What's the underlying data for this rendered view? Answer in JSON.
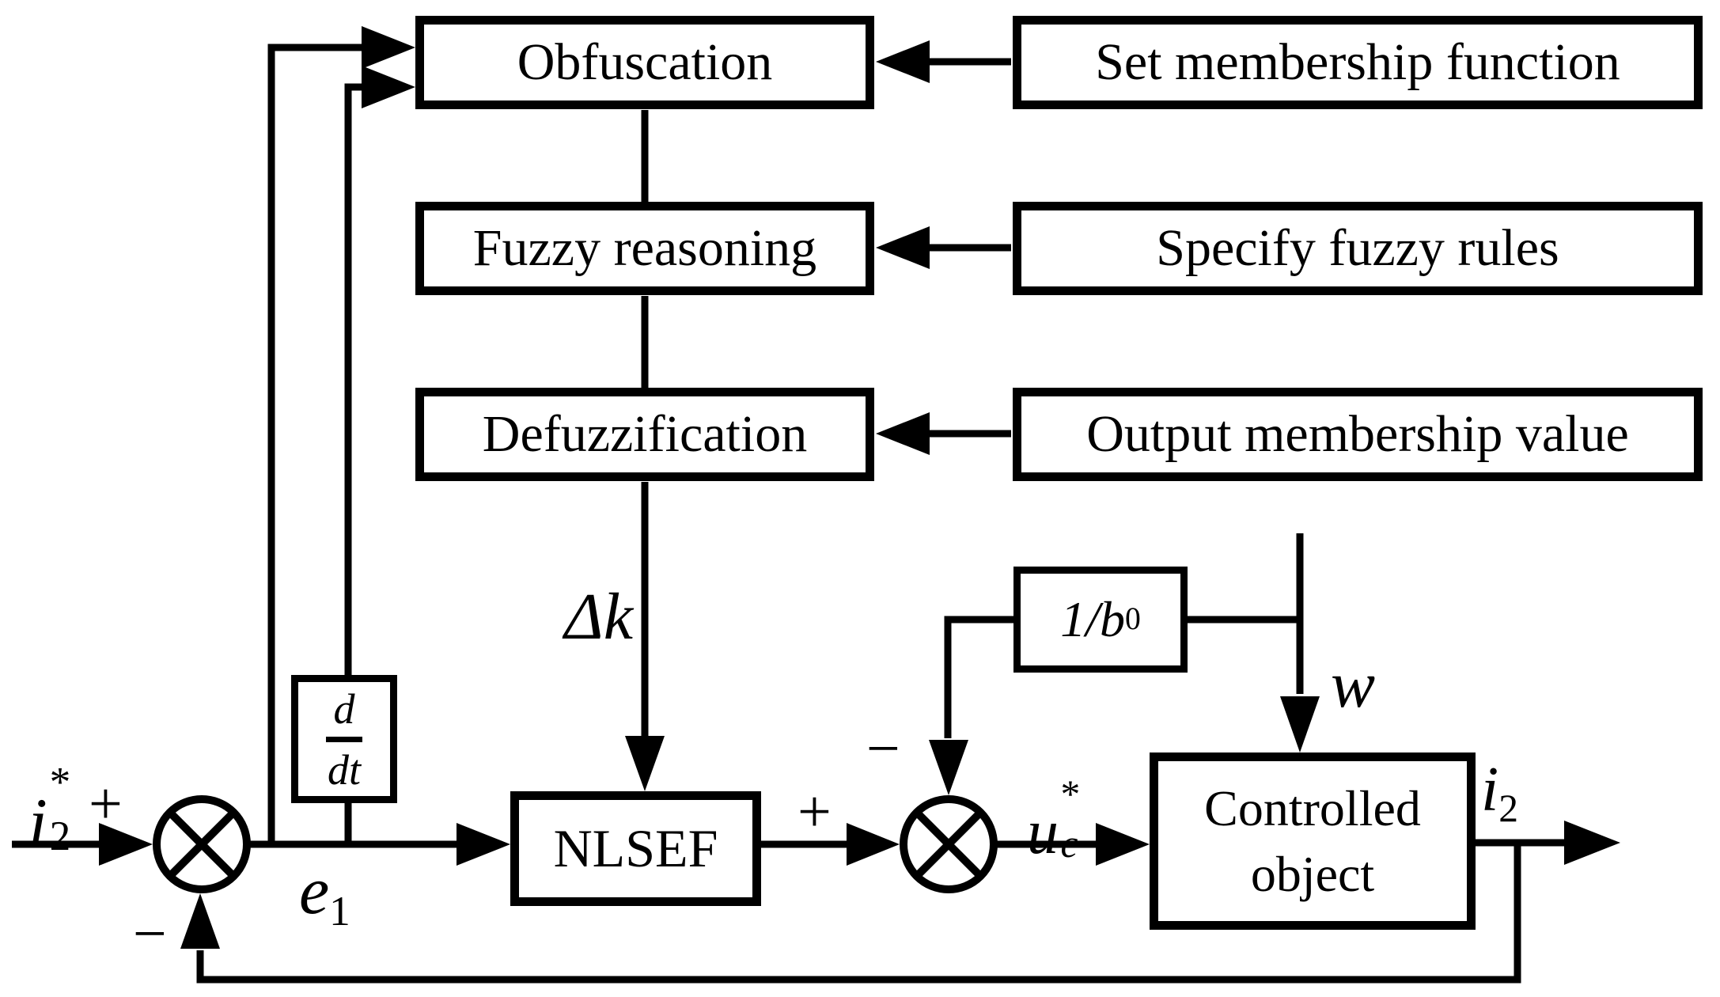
{
  "diagram": {
    "title": "Fuzzy ADRC current-loop control block diagram",
    "ink_color": "#000000",
    "background_color": "#ffffff",
    "blocks": {
      "obfuscation": {
        "label": "Obfuscation"
      },
      "set_membership": {
        "label": "Set membership function"
      },
      "fuzzy_reasoning": {
        "label": "Fuzzy reasoning"
      },
      "specify_rules": {
        "label": "Specify fuzzy rules"
      },
      "defuzzification": {
        "label": "Defuzzification"
      },
      "output_membership": {
        "label": "Output membership value"
      },
      "derivative": {
        "numerator": "d",
        "denominator": "dt"
      },
      "nlsef": {
        "label": "NLSEF"
      },
      "inv_b0": {
        "base": "1/b",
        "sub": "0"
      },
      "controlled_object": {
        "line1": "Controlled",
        "line2": "object"
      }
    },
    "labels": {
      "ref_input": {
        "base": "i",
        "sup": "*",
        "sub": "2"
      },
      "plus_input": "+",
      "minus_feedback": "−",
      "error": {
        "base": "e",
        "sub": "1"
      },
      "delta_k": "Δk",
      "plus_nlsef": "+",
      "minus_b0": "−",
      "control_u": {
        "base": "u",
        "sup": "*",
        "sub": "c"
      },
      "disturbance": "w",
      "output": {
        "base": "i",
        "sub": "2"
      }
    }
  }
}
